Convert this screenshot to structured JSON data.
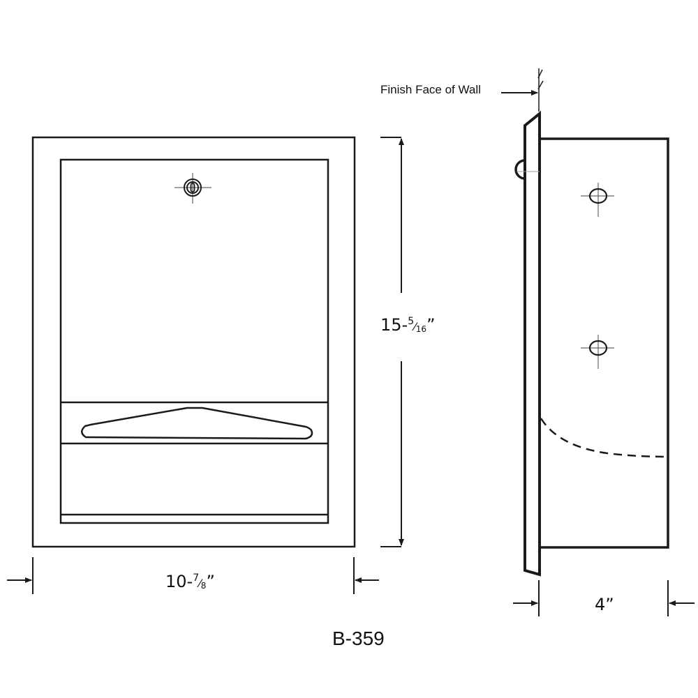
{
  "drawing": {
    "model": "B-359",
    "wall_label": "Finish Face of Wall",
    "height_dim": {
      "whole": "15-",
      "num": "5",
      "den": "16",
      "unit": "”"
    },
    "width_dim": {
      "whole": "10-",
      "num": "7",
      "den": "8",
      "unit": "”"
    },
    "depth_dim": "4”"
  },
  "colors": {
    "line": "#1a1a1a",
    "background": "#ffffff",
    "hairline": "#888888"
  }
}
